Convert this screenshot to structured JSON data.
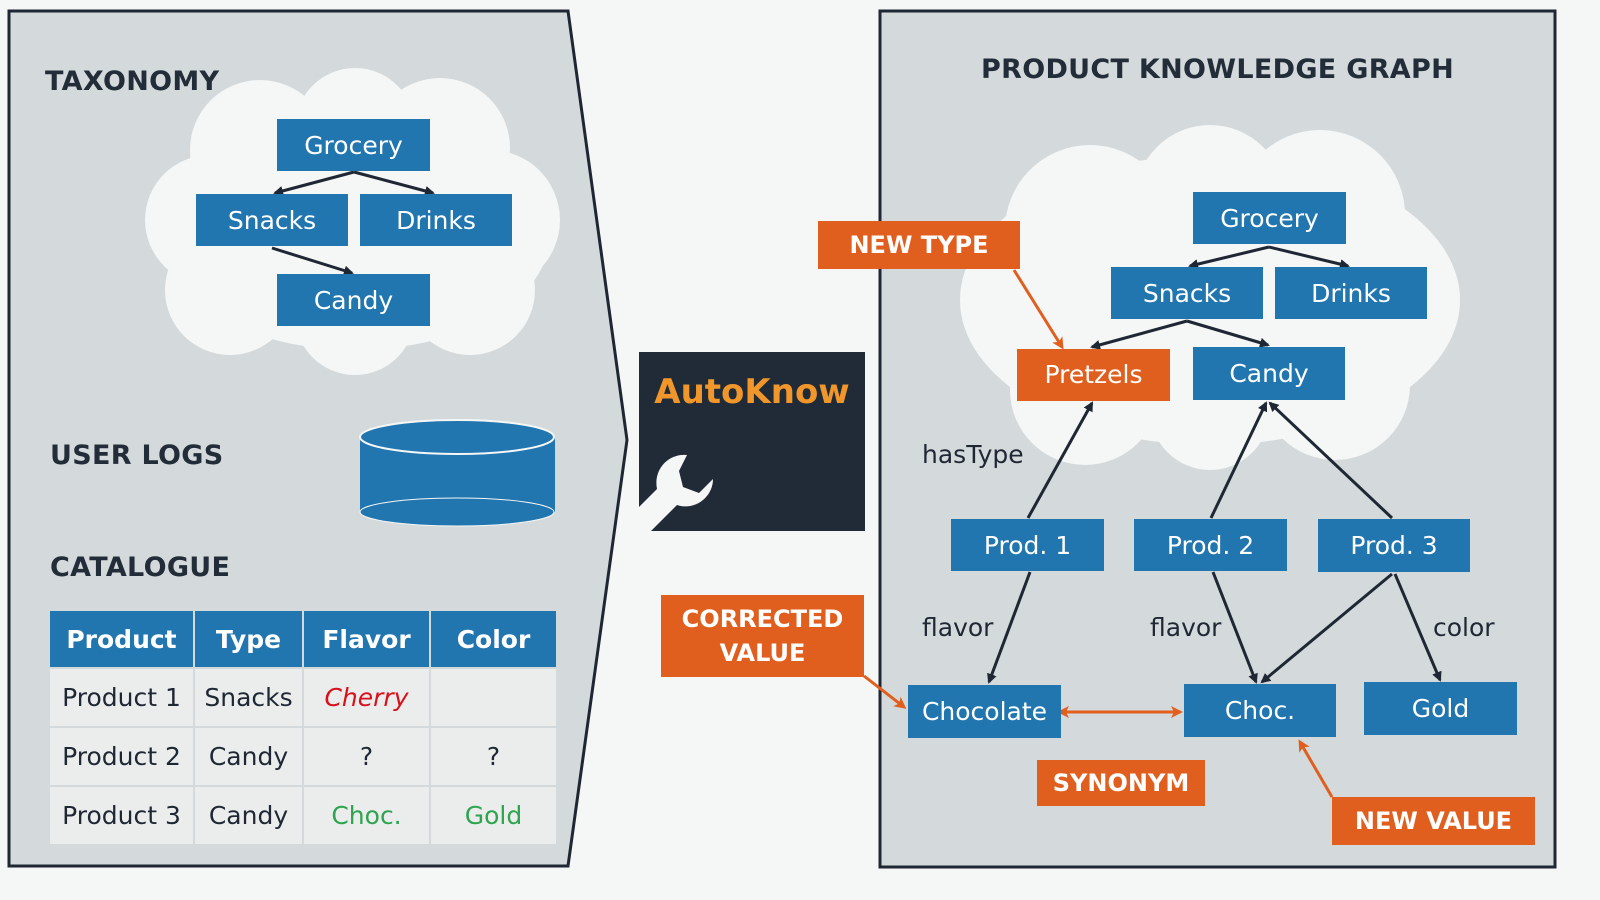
{
  "left_panel": {
    "taxonomy_heading": "TAXONOMY",
    "taxonomy_nodes": [
      "Grocery",
      "Snacks",
      "Drinks",
      "Candy"
    ],
    "user_logs_heading": "USER LOGS",
    "catalogue_heading": "CATALOGUE",
    "catalogue_table": {
      "headers": [
        "Product",
        "Type",
        "Flavor",
        "Color"
      ],
      "rows": [
        [
          "Product 1",
          "Snacks",
          "Cherry",
          ""
        ],
        [
          "Product 2",
          "Candy",
          "?",
          "?"
        ],
        [
          "Product 3",
          "Candy",
          "Choc.",
          "Gold"
        ]
      ]
    }
  },
  "center": {
    "title": "AutoKnow",
    "icon": "wrench-icon"
  },
  "right_panel": {
    "heading": "PRODUCT KNOWLEDGE GRAPH",
    "nodes": {
      "grocery": "Grocery",
      "snacks": "Snacks",
      "drinks": "Drinks",
      "pretzels": "Pretzels",
      "candy": "Candy",
      "prod1": "Prod. 1",
      "prod2": "Prod. 2",
      "prod3": "Prod. 3",
      "chocolate": "Chocolate",
      "choc": "Choc.",
      "gold": "Gold"
    },
    "edge_labels": {
      "has_type": "hasType",
      "flavor1": "flavor",
      "flavor2": "flavor",
      "color": "color"
    },
    "callouts": {
      "new_type": "NEW TYPE",
      "corrected_value": "CORRECTED VALUE",
      "synonym": "SYNONYM",
      "new_value": "NEW VALUE"
    }
  },
  "colors": {
    "node_blue": "#2176b0",
    "callout_orange": "#e05f1f",
    "autoknow_orange": "#f0962a",
    "panel_gray": "#d4dadb",
    "dark": "#202b37",
    "error_red": "#d7101a",
    "ok_green": "#2ea44f"
  }
}
